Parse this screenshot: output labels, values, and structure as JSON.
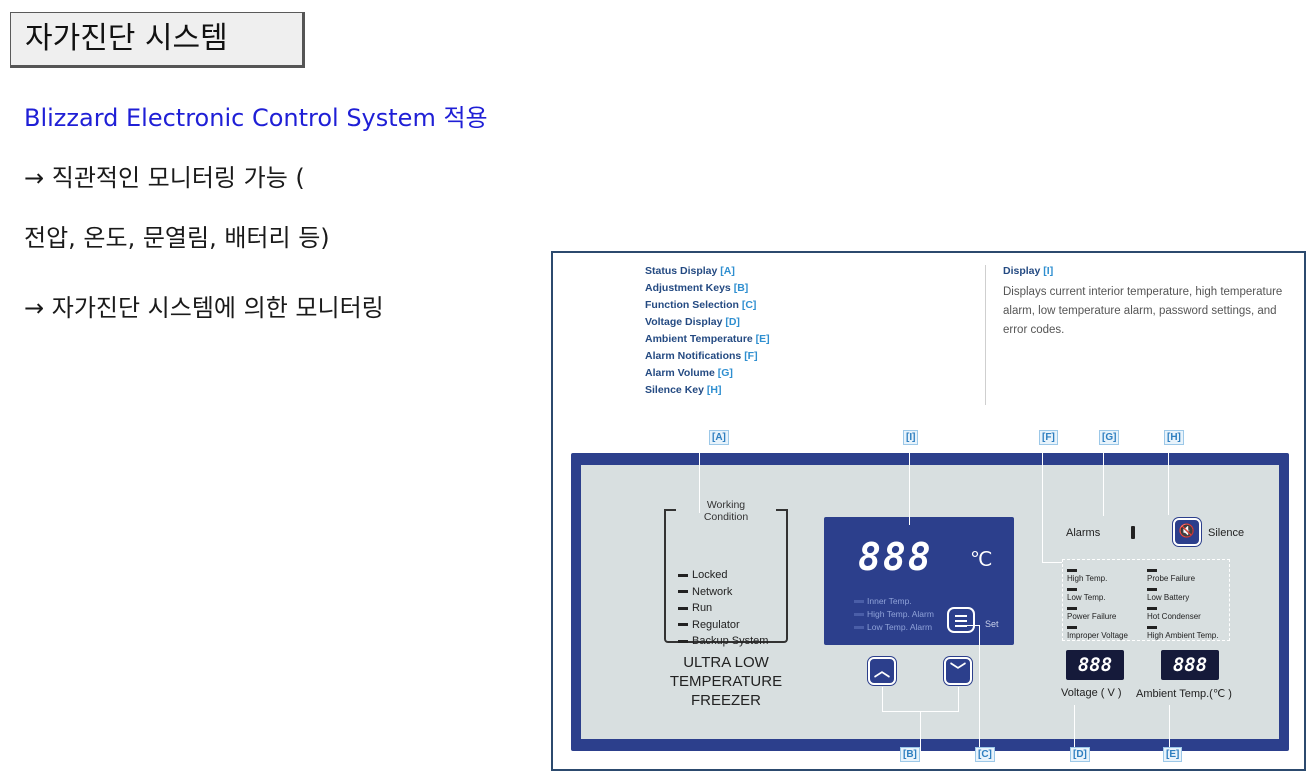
{
  "title": "자가진단 시스템",
  "subtitle": "Blizzard Electronic Control System 적용",
  "lines": [
    "→  직관적인 모니터링 가능  (",
    "전압, 온도, 문열림, 배터리 등)",
    "→ 자가진단 시스템에 의한 모니터링"
  ],
  "legend": [
    {
      "label": "Status Display",
      "code": "[A]"
    },
    {
      "label": "Adjustment Keys",
      "code": "[B]"
    },
    {
      "label": "Function Selection",
      "code": "[C]"
    },
    {
      "label": "Voltage Display",
      "code": "[D]"
    },
    {
      "label": "Ambient Temperature",
      "code": "[E]"
    },
    {
      "label": "Alarm Notifications",
      "code": "[F]"
    },
    {
      "label": "Alarm Volume",
      "code": "[G]"
    },
    {
      "label": "Silence Key",
      "code": "[H]"
    }
  ],
  "display_legend": {
    "label": "Display",
    "code": "[I]",
    "description": "Displays current interior temperature, high temperature alarm, low temperature alarm, password settings, and error codes."
  },
  "tags": {
    "A": "[A]",
    "I": "[I]",
    "F": "[F]",
    "G": "[G]",
    "H": "[H]",
    "B": "[B]",
    "C": "[C]",
    "D": "[D]",
    "E": "[E]"
  },
  "panel": {
    "working_condition": "Working Condition",
    "status_items": [
      "Locked",
      "Network",
      "Run",
      "Regulator",
      "Backup System"
    ],
    "product_name": [
      "ULTRA LOW",
      "TEMPERATURE",
      "FREEZER"
    ],
    "main_display": "888",
    "unit": "℃",
    "display_items": [
      "Inner Temp.",
      "High Temp. Alarm",
      "Low Temp. Alarm"
    ],
    "set_label": "Set",
    "alarms_label": "Alarms",
    "silence_label": "Silence",
    "alarm_notifications": [
      "High Temp.",
      "Probe Failure",
      "Low Temp.",
      "Low Battery",
      "Power Failure",
      "Hot Condenser",
      "Improper Voltage",
      "High Ambient Temp."
    ],
    "voltage_display": "888",
    "voltage_label": "Voltage ( V )",
    "ambient_display": "888",
    "ambient_label": "Ambient Temp.(℃ )"
  }
}
